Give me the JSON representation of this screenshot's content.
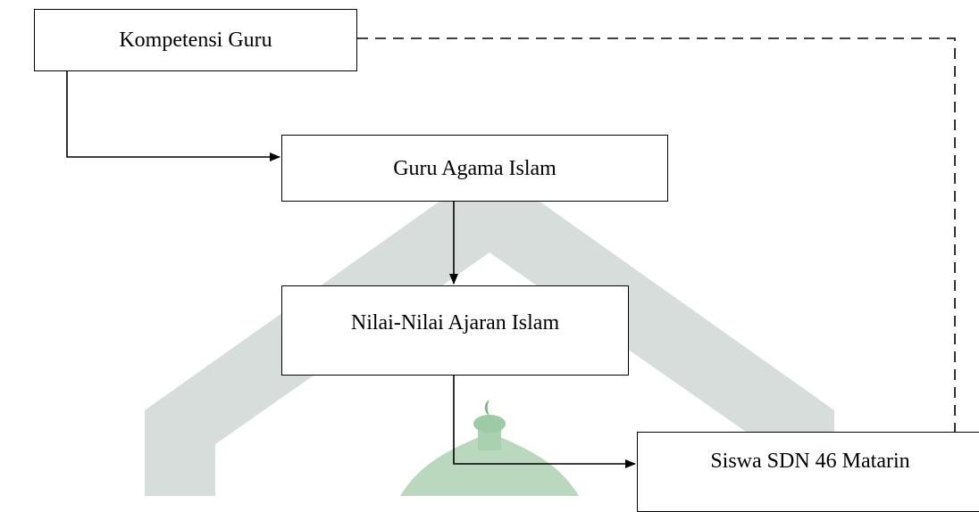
{
  "diagram": {
    "nodes": {
      "kompetensi": "Kompetensi Guru",
      "guru_agama": "Guru Agama Islam",
      "nilai": "Nilai-Nilai Ajaran Islam",
      "siswa": "Siswa SDN 46 Matarin"
    },
    "edges": [
      {
        "from": "kompetensi",
        "to": "guru_agama",
        "style": "solid"
      },
      {
        "from": "guru_agama",
        "to": "nilai",
        "style": "solid"
      },
      {
        "from": "nilai",
        "to": "siswa",
        "style": "solid"
      },
      {
        "from": "kompetensi",
        "to": "siswa",
        "style": "dashed"
      }
    ]
  },
  "watermark": {
    "colors": {
      "gray": "#d6ddda",
      "green": "#b9d8bd",
      "green_dark": "#7ab985"
    }
  }
}
